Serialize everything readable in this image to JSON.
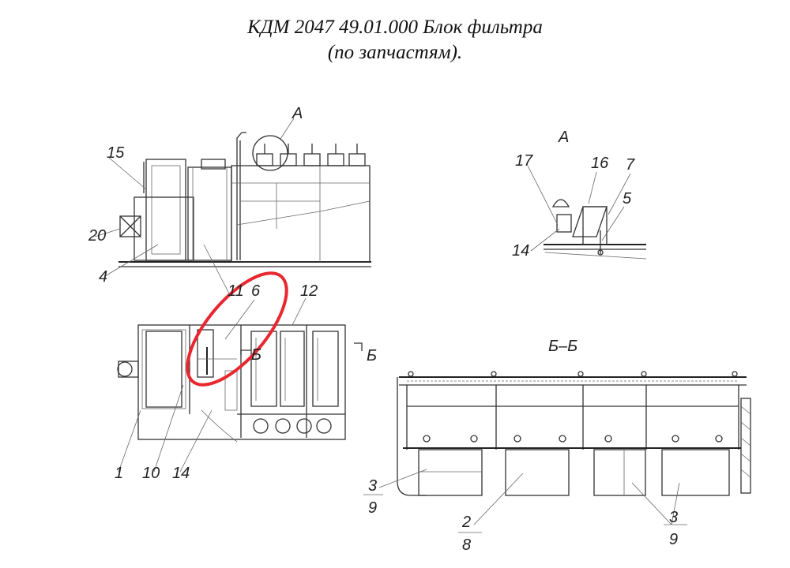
{
  "document": {
    "title_line1": "КДМ 2047 49.01.000 Блок фильтра",
    "title_line2": "(по запчастям)."
  },
  "views": {
    "detail_a": "А",
    "section_bb": "Б–Б",
    "section_mark_right": "Б",
    "section_mark_left": "Б"
  },
  "labels": {
    "p15": "15",
    "p20": "20",
    "p4": "4",
    "p11": "11",
    "p6": "6",
    "p12": "12",
    "p1": "1",
    "p10": "10",
    "p14": "14",
    "a_callout": "А",
    "d17": "17",
    "d16": "16",
    "d7": "7",
    "d5": "5",
    "d14": "14",
    "s3a": "3",
    "s9a": "9",
    "s2": "2",
    "s8": "8",
    "s3b": "3",
    "s9b": "9"
  },
  "highlight": {
    "color": "#e8272f"
  }
}
